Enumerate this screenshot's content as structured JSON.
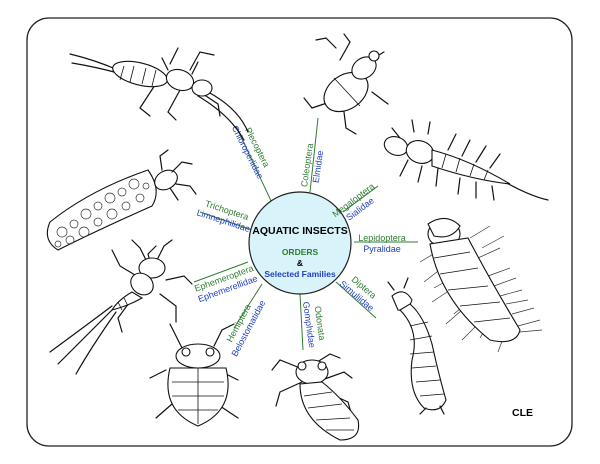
{
  "diagram": {
    "title": "AQUATIC INSECTS",
    "orders_label": "ORDERS",
    "amp": "&",
    "families_label": "Selected Families",
    "signature": "CLE",
    "colors": {
      "order": "#2e7d32",
      "family": "#1f3fbf",
      "hub_fill": "#d9f3fb"
    },
    "taxa": [
      {
        "order": "Plecoptera",
        "family": "Chloroperlidae"
      },
      {
        "order": "Coleoptera",
        "family": "Elmidae"
      },
      {
        "order": "Megaloptera",
        "family": "Sialidae"
      },
      {
        "order": "Lepidoptera",
        "family": "Pyralidae"
      },
      {
        "order": "Diptera",
        "family": "Simuliidae"
      },
      {
        "order": "Odonata",
        "family": "Gomphidae"
      },
      {
        "order": "Hemiptera",
        "family": "Belostomatidae"
      },
      {
        "order": "Ephemeroptera",
        "family": "Ephemerellidae"
      },
      {
        "order": "Trichoptera",
        "family": "Limnephilidae"
      }
    ]
  }
}
